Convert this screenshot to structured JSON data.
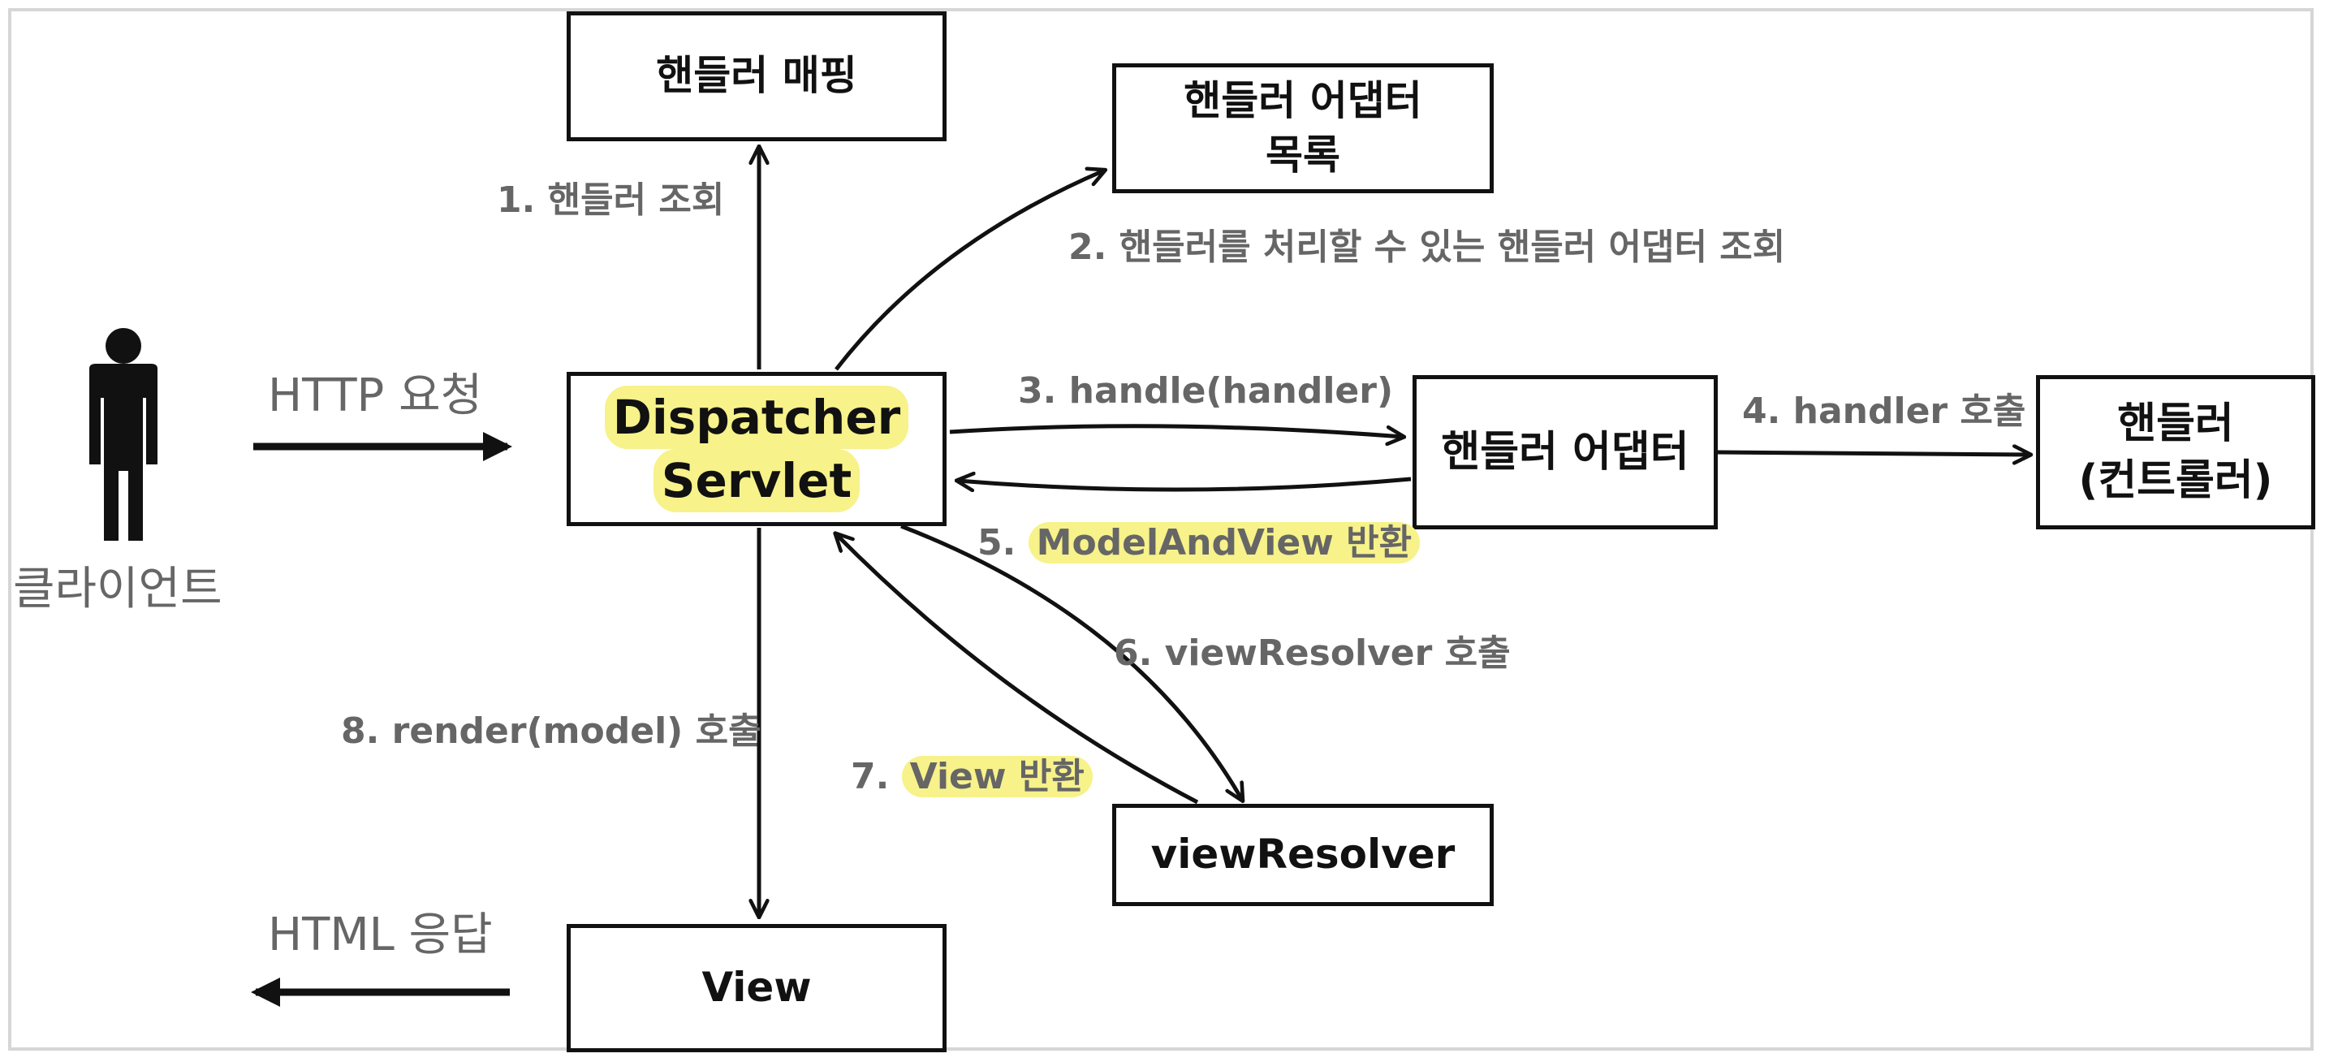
{
  "boxes": {
    "handler_mapping": {
      "text": "핸들러 매핑"
    },
    "adapter_list": {
      "line1": "핸들러 어댑터",
      "line2": "목록"
    },
    "dispatcher": {
      "line1": "Dispatcher",
      "line2": "Servlet"
    },
    "adapter": {
      "text": "핸들러 어댑터"
    },
    "handler": {
      "line1": "핸들러",
      "line2": "(컨트롤러)"
    },
    "view_resolver": {
      "text": "viewResolver"
    },
    "view": {
      "text": "View"
    }
  },
  "client": {
    "label": "클라이언트"
  },
  "flows": {
    "http_request": "HTTP 요청",
    "html_response": "HTML 응답",
    "step1": "1. 핸들러 조회",
    "step2": "2. 핸들러를 처리할 수 있는 핸들러 어댑터 조회",
    "step3": "3. handle(handler)",
    "step4": "4. handler 호출",
    "step5_num": "5.",
    "step5_text": "ModelAndView 반환",
    "step6": "6. viewResolver 호출",
    "step7_num": "7.",
    "step7_text": "View 반환",
    "step8": "8. render(model) 호출"
  },
  "colors": {
    "highlight": "#f7f28a",
    "label": "#666666",
    "stroke": "#111111"
  }
}
